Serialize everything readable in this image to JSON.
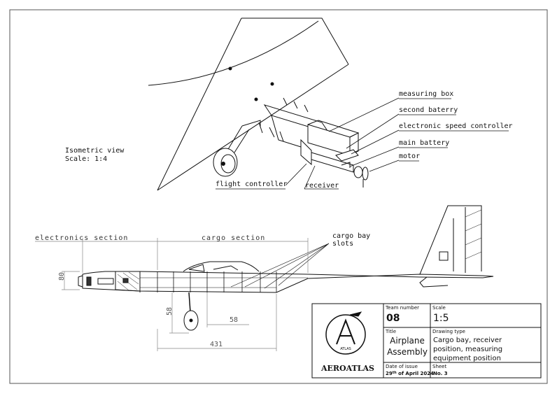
{
  "iso": {
    "view_label": "Isometric view",
    "scale_label": "Scale:  1:4",
    "callouts": {
      "measuring_box": "measuring box",
      "second_battery": "second baterry",
      "esc": "electronic speed controller",
      "main_battery": "main battery",
      "motor": "motor",
      "flight_controller": "flight controller",
      "receiver": "receiver"
    }
  },
  "side": {
    "electronics_section": "electronics section",
    "cargo_section": "cargo section",
    "cargo_bay_slots_line1": "cargo bay",
    "cargo_bay_slots_line2": "slots",
    "dim_80": "80",
    "dim_58_vertical": "58",
    "dim_58_horizontal": "58",
    "dim_431": "431"
  },
  "title_block": {
    "company": "AEROATLAS",
    "logo_text": "ATLAS",
    "team_number_label": "Team number",
    "team_number": "08",
    "scale_label": "Scale",
    "scale": "1:5",
    "title_label": "Title",
    "title_line1": "Airplane",
    "title_line2": "Assembly",
    "drawing_type_label": "Drawing type",
    "drawing_type_line1": "Cargo bay, receiver",
    "drawing_type_line2": "position, measuring",
    "drawing_type_line3": "equipment position",
    "date_label": "Date of issue",
    "date_day": "29",
    "date_suffix": "th",
    "date_rest": " of April 2024",
    "sheet_label": "Sheet",
    "sheet": "No. 3"
  }
}
